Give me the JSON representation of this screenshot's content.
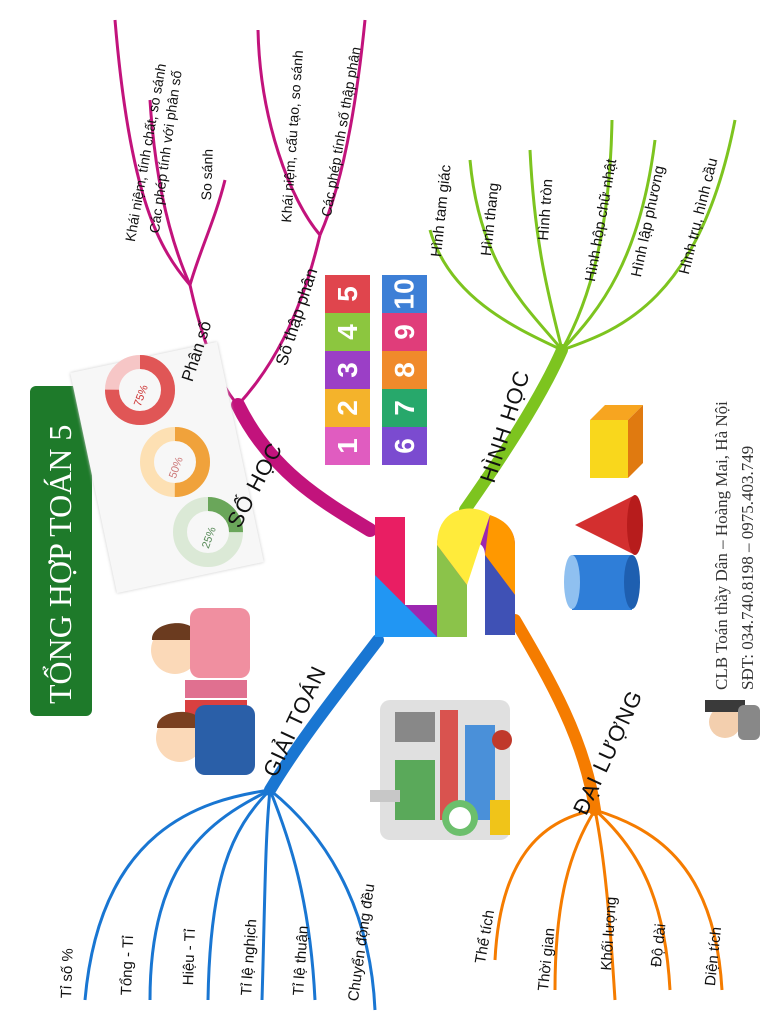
{
  "title": "TỔNG HỢP TOÁN 5",
  "center": "5",
  "branches": {
    "so_hoc": {
      "label": "SỐ HỌC",
      "color": "#c2137c",
      "phan_so": {
        "label": "Phân số",
        "items": [
          "Khái niệm, tính chất, so sánh",
          "Các phép tính với phân số",
          "So sánh"
        ]
      },
      "so_thap_phan": {
        "label": "Số thập phân",
        "items": [
          "Khái niệm, cấu tạo, so sánh",
          "Các phép tính số thập phân"
        ]
      }
    },
    "hinh_hoc": {
      "label": "HÌNH HỌC",
      "color": "#7dc41f",
      "items": [
        "Hình tam giác",
        "Hình thang",
        "Hình tròn",
        "Hình hộp chữ nhật",
        "Hình lập phương",
        "Hình trụ, hình cầu"
      ]
    },
    "giai_toan": {
      "label": "GIẢI TOÁN",
      "color": "#1976d2",
      "items": [
        "Tỉ số %",
        "Tổng - Tỉ",
        "Hiệu - Tỉ",
        "Tỉ lệ nghịch",
        "Tỉ lệ thuận",
        "Chuyển động đều"
      ]
    },
    "dai_luong": {
      "label": "ĐẠI LƯỢNG",
      "color": "#f57c00",
      "items": [
        "Thể tích",
        "Thời gian",
        "Khối lượng",
        "Độ dài",
        "Diện tích"
      ]
    }
  },
  "percent_rings": [
    "75%",
    "50%",
    "25%"
  ],
  "number_tiles": [
    "1",
    "2",
    "3",
    "4",
    "5",
    "6",
    "7",
    "8",
    "9",
    "10"
  ],
  "credit": {
    "line1": "CLB Toán thầy Dân – Hoàng Mai, Hà Nội",
    "line2": "SĐT: 034.740.8198 – 0975.403.749"
  },
  "colors": {
    "title_bg": "#1e7a2a",
    "so_hoc": "#c2137c",
    "hinh_hoc": "#7dc41f",
    "giai_toan": "#1976d2",
    "dai_luong": "#f57c00"
  }
}
